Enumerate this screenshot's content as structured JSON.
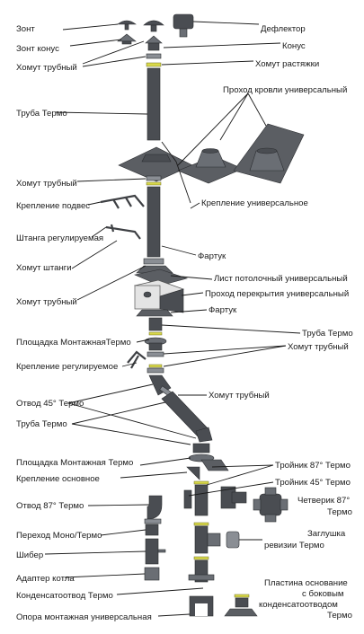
{
  "labels": {
    "zont": "Зонт",
    "zont_konus": "Зонт конус",
    "khomut_trubny_1": "Хомут трубный",
    "deflektor": "Дефлектор",
    "konus": "Конус",
    "khomut_rastyazhki": "Хомут растяжки",
    "truba_termo_1": "Труба Термо",
    "prokhod_krovli": "Проход кровли универсальный",
    "khomut_trubny_2": "Хомут трубный",
    "kreplenie_podves": "Крепление подвес",
    "kreplenie_universalnoe": "Крепление универсальное",
    "shtanga": "Штанга регулируемая",
    "fartuk_1": "Фартук",
    "khomut_shtangi": "Хомут штанги",
    "list_potolochny": "Лист потолочный универсальный",
    "khomut_trubny_3": "Хомут трубный",
    "prokhod_perekrytiya": "Проход перекрытия универсальный",
    "fartuk_2": "Фартук",
    "truba_termo_2": "Труба Термо",
    "ploshchadka_1": "Площадка МонтажнаяТермо",
    "khomut_trubny_4": "Хомут трубный",
    "kreplenie_reguliruemoe": "Крепление регулируемое",
    "khomut_trubny_5": "Хомут трубный",
    "otvod_45": "Отвод 45° Термо",
    "truba_termo_3": "Труба Термо",
    "ploshchadka_2": "Площадка Монтажная Термо",
    "troinik_87": "Тройник 87° Термо",
    "kreplenie_osnovnoe": "Крепление основное",
    "troinik_45": "Тройник 45° Термо",
    "otvod_87": "Отвод 87° Термо",
    "chetverik_line1": "Четверик 87°",
    "chetverik_line2": "Термо",
    "perekhod": "Переход Моно/Термо",
    "zaglushka_line1": "Заглушка",
    "zaglushka_line2": "ревизии Термо",
    "shiber": "Шибер",
    "adapter": "Адаптер котла",
    "plastina_line1": "Пластина основание",
    "plastina_line2": "с боковым",
    "plastina_line3": "конденсатоотводом",
    "plastina_line4": "Термо",
    "kondensatootvod": "Конденсатоотвод Термо",
    "opora": "Опора монтажная универсальная"
  }
}
